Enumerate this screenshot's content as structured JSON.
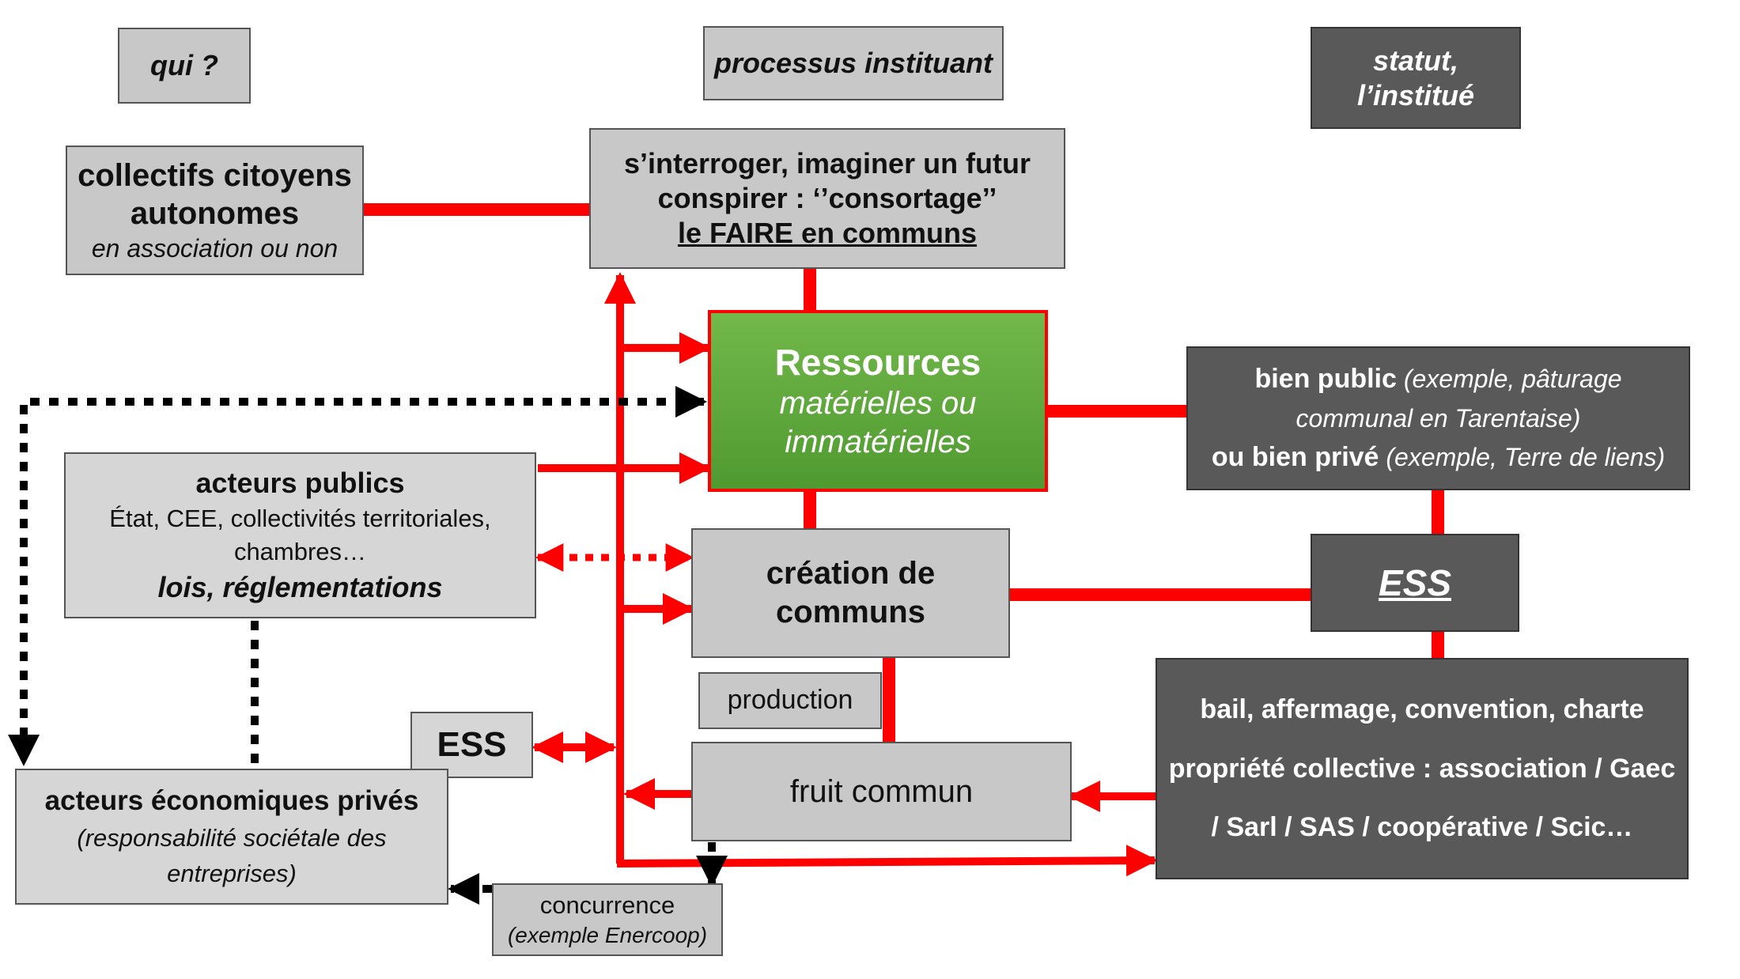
{
  "headers": {
    "who": "qui ?",
    "process": "processus instituant",
    "status_line1": "statut,",
    "status_line2": "l’institué"
  },
  "collectifs": {
    "line1": "collectifs citoyens",
    "line2": "autonomes",
    "line3": "en association ou non"
  },
  "interroger": {
    "line1": "s’interroger, imaginer un futur",
    "line2": "conspirer : ‘’consortage’’",
    "line3": "le FAIRE en communs"
  },
  "ressources": {
    "title": "Ressources",
    "line2": "matérielles ou",
    "line3": "immatérielles"
  },
  "bien": {
    "a_bold": "bien public",
    "a_italic": "(exemple, pâturage",
    "b_italic": "communal en Tarentaise)",
    "c_bold": "ou bien privé",
    "c_italic": "(exemple, Terre de liens)"
  },
  "acteurs_publics": {
    "title": "acteurs publics",
    "line2": "État, CEE, collectivités territoriales,",
    "line3": "chambres…",
    "line4": "lois, réglementations"
  },
  "creation": {
    "line1": "création de",
    "line2": "communs"
  },
  "ess_right": "ESS",
  "production": "production",
  "ess_left": "ESS",
  "fruit": "fruit commun",
  "statut_box": {
    "line1": "bail, affermage, convention, charte",
    "line2": "propriété collective : association / Gaec",
    "line3": "/ Sarl / SAS / coopérative / Scic…"
  },
  "acteurs_eco": {
    "line1": "acteurs économiques privés",
    "line2": "(responsabilité sociétale des",
    "line3": "entreprises)"
  },
  "concurrence": {
    "line1": "concurrence",
    "line2": "(exemple Enercoop)"
  },
  "colors": {
    "red_link": "#ff0000",
    "dotted_link": "#000000",
    "light_box": "#c8c8c8",
    "dark_box": "#595959",
    "green_box": "#5aa83a"
  }
}
